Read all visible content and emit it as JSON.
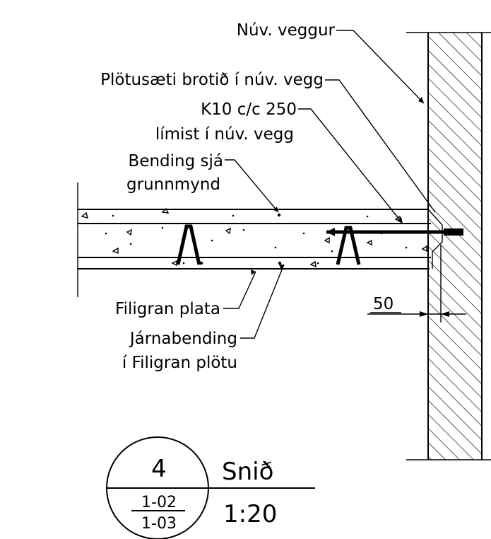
{
  "labels": {
    "wall": "Núv. veggur",
    "seat": "Plötusæti brotið í núv. vegg",
    "k10_line1": "K10 c/c 250",
    "k10_line2": "límist í núv. vegg",
    "bending_line1": "Bending sjá",
    "bending_line2": "grunnmynd",
    "filigran": "Filigran plata",
    "jarna_line1": "Járnabending",
    "jarna_line2": "í Filigran plötu",
    "dimension": "50"
  },
  "title_block": {
    "detail_number": "4",
    "sheet_ref_1": "1-02",
    "sheet_ref_2": "1-03",
    "title": "Snið",
    "scale": "1:20"
  }
}
